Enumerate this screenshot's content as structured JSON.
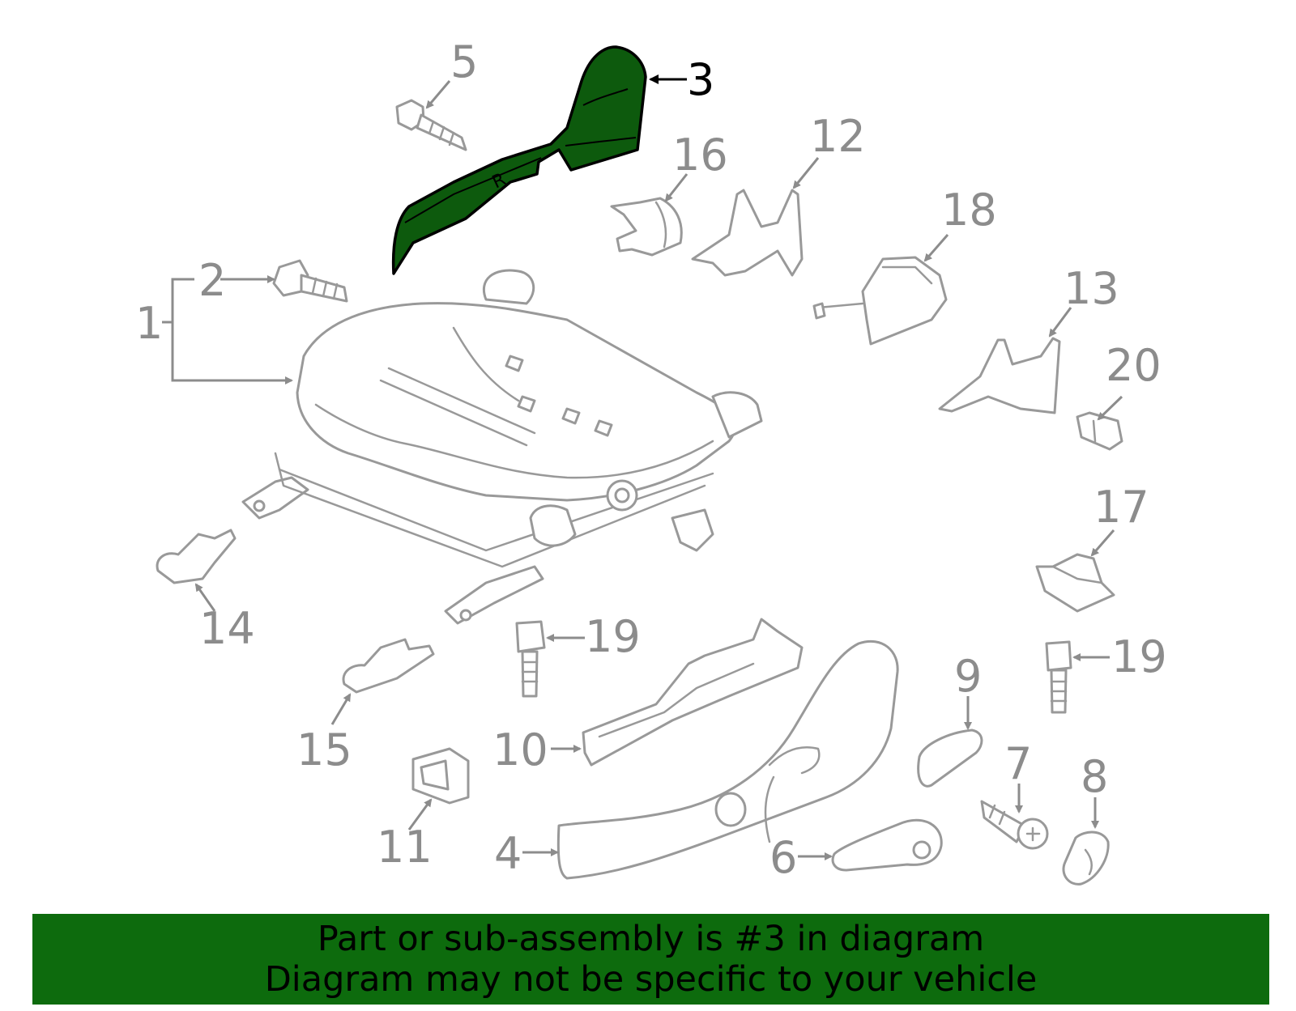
{
  "diagram": {
    "highlighted_part": "3",
    "callouts": [
      "1",
      "2",
      "3",
      "4",
      "5",
      "6",
      "7",
      "8",
      "9",
      "10",
      "11",
      "12",
      "13",
      "14",
      "15",
      "16",
      "17",
      "18",
      "19",
      "19",
      "20"
    ]
  },
  "banner": {
    "line1": "Part or sub-assembly is #3 in diagram",
    "line2": "Diagram may not be specific to your vehicle",
    "color": "#0d6b0d"
  },
  "colors": {
    "highlight": "#0d5a0d",
    "lines": "#999999",
    "labels": "#8c8c8c"
  }
}
